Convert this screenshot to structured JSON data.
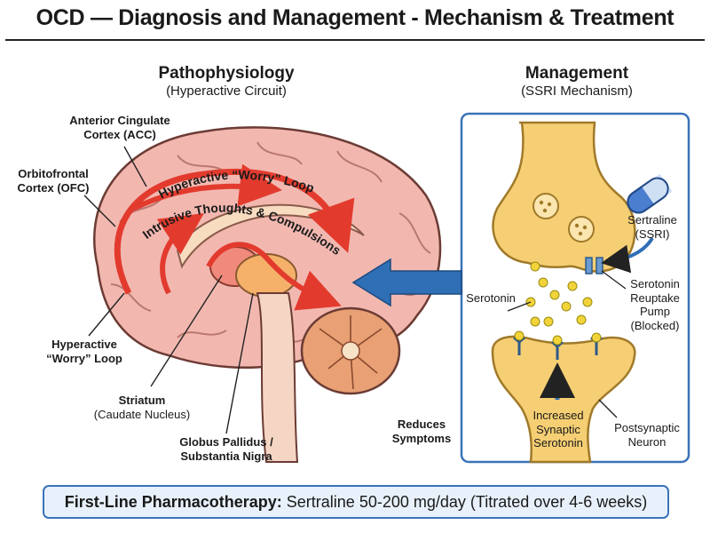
{
  "header": {
    "title": "OCD — Diagnosis and Management - Mechanism & Treatment"
  },
  "pathophysiology": {
    "heading": "Pathophysiology",
    "subheading": "(Hyperactive Circuit)",
    "loop_text_top": "Hyperactive “Worry” Loop",
    "loop_text_inner": "Intrusive Thoughts & Compulsions",
    "labels": {
      "acc_bold": "Anterior Cingulate",
      "acc_rest": "Cortex (ACC)",
      "ofc_bold": "Orbitofrontal",
      "ofc_rest": "Cortex (OFC)",
      "loop_line1": "Hyperactive",
      "loop_line2": "“Worry” Loop",
      "striatum_bold": "Striatum",
      "striatum_rest": "(Caudate Nucleus)",
      "gp_line1": "Globus Pallidus /",
      "gp_line2": "Substantia Nigra"
    }
  },
  "management": {
    "heading": "Management",
    "subheading": "(SSRI Mechanism)",
    "labels": {
      "sertraline_line1": "Sertraline",
      "sertraline_line2": "(SSRI)",
      "serotonin": "Serotonin",
      "pump_line1": "Serotonin",
      "pump_line2": "Reuptake",
      "pump_line3": "Pump",
      "pump_line4": "(Blocked)",
      "increased_line1": "Increased",
      "increased_line2": "Synaptic",
      "increased_line3": "Serotonin",
      "post_line1": "Postsynaptic",
      "post_line2": "Neuron"
    }
  },
  "reduces": {
    "line1": "Reduces",
    "line2": "Symptoms"
  },
  "footer": {
    "bold": "First-Line Pharmacotherapy:",
    "rest": "Sertraline 50-200 mg/day (Titrated over 4-6 weeks)"
  },
  "colors": {
    "loop_red": "#e23b2e",
    "arrow_blue": "#2f6fb5",
    "neuron_fill": "#f6cf74",
    "brain_pink": "#f2b8b0"
  }
}
